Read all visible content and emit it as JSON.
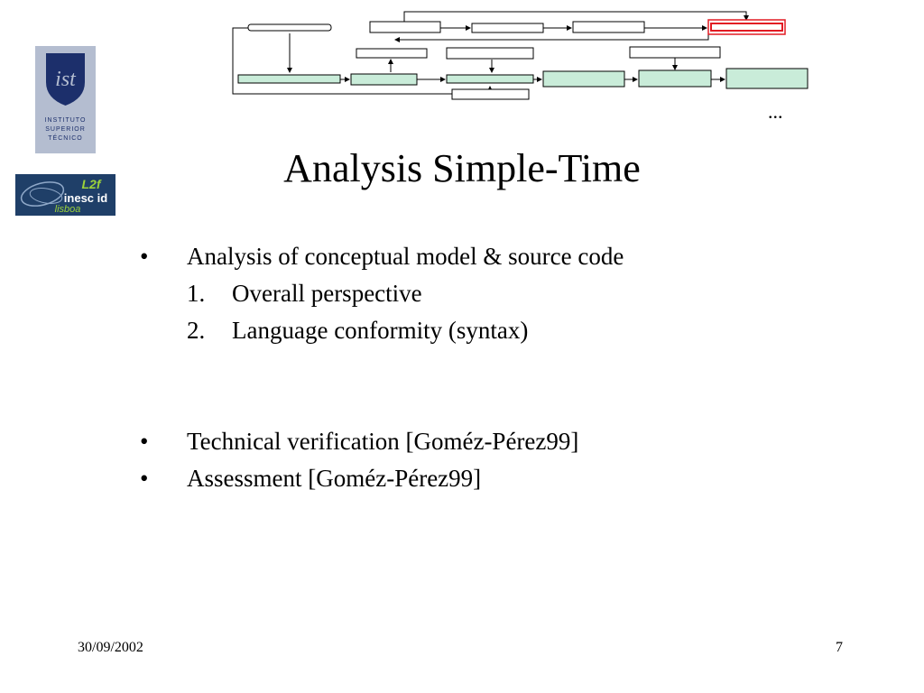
{
  "logos": {
    "ist": {
      "monogram": "ist",
      "lines": [
        "INSTITUTO",
        "SUPERIOR",
        "TÉCNICO"
      ],
      "colors": {
        "background": "#b4bdd0",
        "shield": "#1c2f6b",
        "text": "#1c2f6b"
      }
    },
    "inesc": {
      "brand": "inesc id",
      "superscript": "L2f",
      "city": "lisboa",
      "colors": {
        "background": "#1f3f68",
        "accent": "#9bd23a",
        "text": "#ffffff"
      }
    }
  },
  "diagram": {
    "colors": {
      "box_fill": "#c9ecd9",
      "box_stroke": "#000000",
      "highlight": "#e21b23"
    },
    "ellipsis": "..."
  },
  "slide": {
    "title": "Analysis Simple-Time",
    "bullets": [
      {
        "mark": "•",
        "text": "Analysis of conceptual model & source code",
        "subitems": [
          {
            "num": "1.",
            "text": "Overall perspective"
          },
          {
            "num": "2.",
            "text": "Language conformity (syntax)"
          }
        ]
      },
      {
        "mark": "•",
        "text": "Technical verification [Goméz-Pérez99]",
        "subitems": []
      },
      {
        "mark": "•",
        "text": "Assessment [Goméz-Pérez99]",
        "subitems": []
      }
    ]
  },
  "footer": {
    "date": "30/09/2002",
    "page": "7"
  }
}
